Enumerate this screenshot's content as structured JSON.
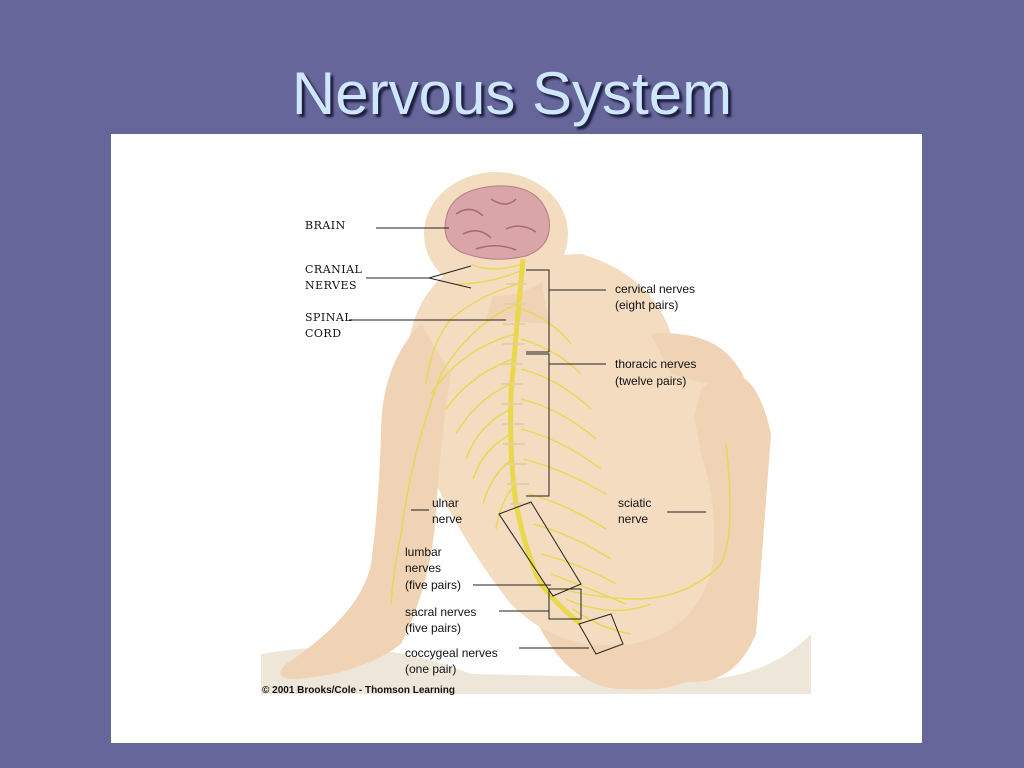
{
  "slide": {
    "title": "Nervous System",
    "background_color": "#66669a",
    "title_color": "#cfe6ff"
  },
  "figure": {
    "labels": {
      "brain": "BRAIN",
      "cranial_nerves": [
        "CRANIAL",
        "NERVES"
      ],
      "spinal_cord": [
        "SPINAL",
        "CORD"
      ],
      "cervical_nerves": [
        "cervical nerves",
        "(eight pairs)"
      ],
      "thoracic_nerves": [
        "thoracic nerves",
        "(twelve pairs)"
      ],
      "ulnar_nerve": [
        "ulnar",
        "nerve"
      ],
      "sciatic_nerve": [
        "sciatic",
        "nerve"
      ],
      "lumbar_nerves": [
        "lumbar",
        "nerves",
        "(five pairs)"
      ],
      "sacral_nerves": [
        "sacral nerves",
        "(five pairs)"
      ],
      "coccygeal_nerves": [
        "coccygeal nerves",
        "(one pair)"
      ]
    },
    "credit": "© 2001 Brooks/Cole - Thomson Learning",
    "colors": {
      "skin": "#f3dcc0",
      "skin_shadow": "#e2c29e",
      "nerve": "#e8d84a",
      "brain": "#d9a5a8"
    }
  }
}
